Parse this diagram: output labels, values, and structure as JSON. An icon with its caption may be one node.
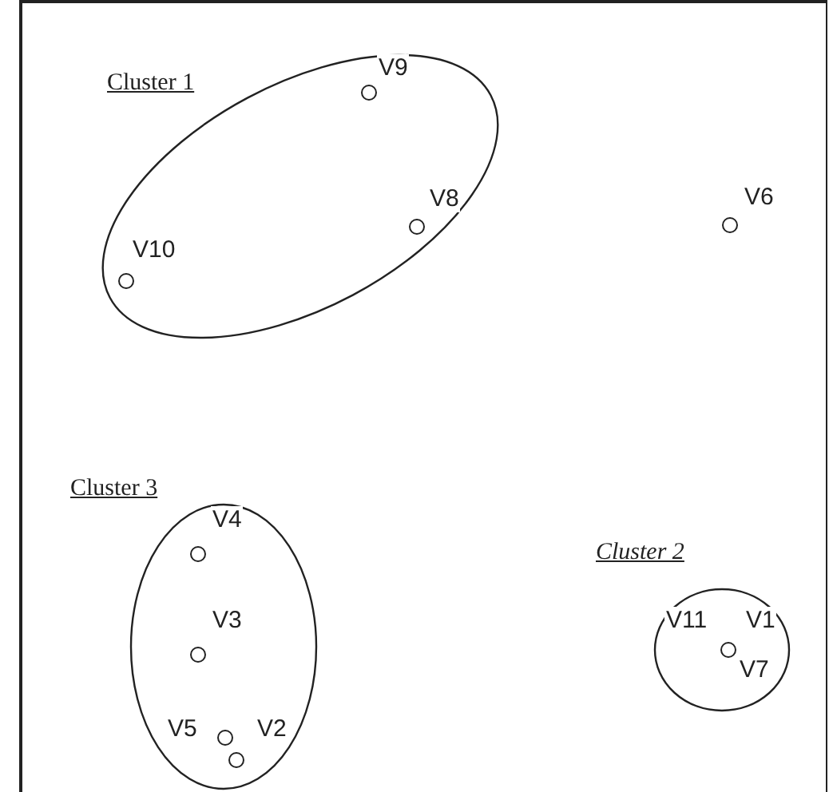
{
  "diagram": {
    "nodes": [
      {
        "text": [
          "Cluster 1"
        ]
      },
      {
        "text": [],
        "shape": "circle",
        "beside": [
          "V9"
        ],
        "in": 0
      },
      {
        "text": [],
        "shape": "circle",
        "beside": [
          "V8"
        ],
        "in": 0
      },
      {
        "text": [],
        "shape": "circle",
        "beside": [
          "V10"
        ],
        "in": 0
      },
      {
        "text": [],
        "shape": "circle",
        "beside": [
          "V6"
        ]
      },
      {
        "text": [
          "Cluster 3"
        ]
      },
      {
        "text": [],
        "shape": "circle",
        "beside": [
          "V4"
        ],
        "in": 5
      },
      {
        "text": [],
        "shape": "circle",
        "beside": [
          "V3"
        ],
        "in": 5
      },
      {
        "text": [],
        "shape": "circle",
        "beside": [
          "V5"
        ],
        "in": 5
      },
      {
        "text": [],
        "shape": "circle",
        "beside": [
          "V2"
        ],
        "in": 5
      },
      {
        "text": [
          "Cluster 2"
        ]
      },
      {
        "text": [],
        "shape": "circle",
        "beside": [
          "V11",
          "V1",
          "V7"
        ],
        "in": 10
      }
    ]
  }
}
